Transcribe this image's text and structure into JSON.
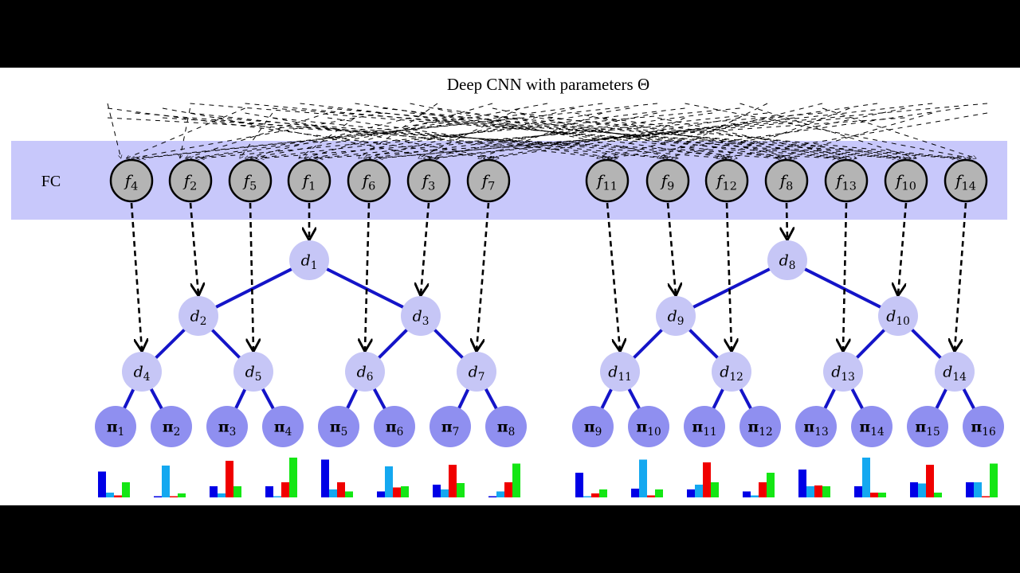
{
  "title": "Deep CNN with parameters Θ",
  "fc_label": "FC",
  "colors": {
    "fc_band": "#c8c8fb",
    "split_fill": "#c6c6f6",
    "leaf_fill": "#8f8ff0",
    "f_fill": "#b4b4b4",
    "edge": "#1414c8",
    "bar_blue": "#0000e6",
    "bar_cyan": "#14a8f0",
    "bar_red": "#f00000",
    "bar_green": "#14e614"
  },
  "f_nodes": [
    {
      "sym": "f",
      "sub": "4"
    },
    {
      "sym": "f",
      "sub": "2"
    },
    {
      "sym": "f",
      "sub": "5"
    },
    {
      "sym": "f",
      "sub": "1"
    },
    {
      "sym": "f",
      "sub": "6"
    },
    {
      "sym": "f",
      "sub": "3"
    },
    {
      "sym": "f",
      "sub": "7"
    },
    {
      "sym": "f",
      "sub": "11"
    },
    {
      "sym": "f",
      "sub": "9"
    },
    {
      "sym": "f",
      "sub": "12"
    },
    {
      "sym": "f",
      "sub": "8"
    },
    {
      "sym": "f",
      "sub": "13"
    },
    {
      "sym": "f",
      "sub": "10"
    },
    {
      "sym": "f",
      "sub": "14"
    }
  ],
  "d_nodes": [
    {
      "sym": "d",
      "sub": "1"
    },
    {
      "sym": "d",
      "sub": "2"
    },
    {
      "sym": "d",
      "sub": "3"
    },
    {
      "sym": "d",
      "sub": "4"
    },
    {
      "sym": "d",
      "sub": "5"
    },
    {
      "sym": "d",
      "sub": "6"
    },
    {
      "sym": "d",
      "sub": "7"
    },
    {
      "sym": "d",
      "sub": "8"
    },
    {
      "sym": "d",
      "sub": "9"
    },
    {
      "sym": "d",
      "sub": "10"
    },
    {
      "sym": "d",
      "sub": "11"
    },
    {
      "sym": "d",
      "sub": "12"
    },
    {
      "sym": "d",
      "sub": "13"
    },
    {
      "sym": "d",
      "sub": "14"
    }
  ],
  "pi_nodes": [
    {
      "sym": "π",
      "sub": "1"
    },
    {
      "sym": "π",
      "sub": "2"
    },
    {
      "sym": "π",
      "sub": "3"
    },
    {
      "sym": "π",
      "sub": "4"
    },
    {
      "sym": "π",
      "sub": "5"
    },
    {
      "sym": "π",
      "sub": "6"
    },
    {
      "sym": "π",
      "sub": "7"
    },
    {
      "sym": "π",
      "sub": "8"
    },
    {
      "sym": "π",
      "sub": "9"
    },
    {
      "sym": "π",
      "sub": "10"
    },
    {
      "sym": "π",
      "sub": "11"
    },
    {
      "sym": "π",
      "sub": "12"
    },
    {
      "sym": "π",
      "sub": "13"
    },
    {
      "sym": "π",
      "sub": "14"
    },
    {
      "sym": "π",
      "sub": "15"
    },
    {
      "sym": "π",
      "sub": "16"
    }
  ],
  "histograms": [
    [
      0.65,
      0.12,
      0.05,
      0.38
    ],
    [
      0.02,
      0.8,
      0.02,
      0.1
    ],
    [
      0.28,
      0.1,
      0.92,
      0.28
    ],
    [
      0.28,
      0.02,
      0.38,
      1.0
    ],
    [
      0.95,
      0.2,
      0.38,
      0.15
    ],
    [
      0.15,
      0.78,
      0.25,
      0.28
    ],
    [
      0.32,
      0.2,
      0.82,
      0.36
    ],
    [
      0.02,
      0.15,
      0.38,
      0.85
    ],
    [
      0.62,
      0.02,
      0.1,
      0.2
    ],
    [
      0.22,
      0.95,
      0.05,
      0.2
    ],
    [
      0.2,
      0.32,
      0.88,
      0.38
    ],
    [
      0.15,
      0.05,
      0.38,
      0.62
    ],
    [
      0.7,
      0.28,
      0.3,
      0.28
    ],
    [
      0.28,
      1.0,
      0.12,
      0.12
    ],
    [
      0.38,
      0.35,
      0.82,
      0.12
    ],
    [
      0.38,
      0.38,
      0.02,
      0.85
    ]
  ]
}
